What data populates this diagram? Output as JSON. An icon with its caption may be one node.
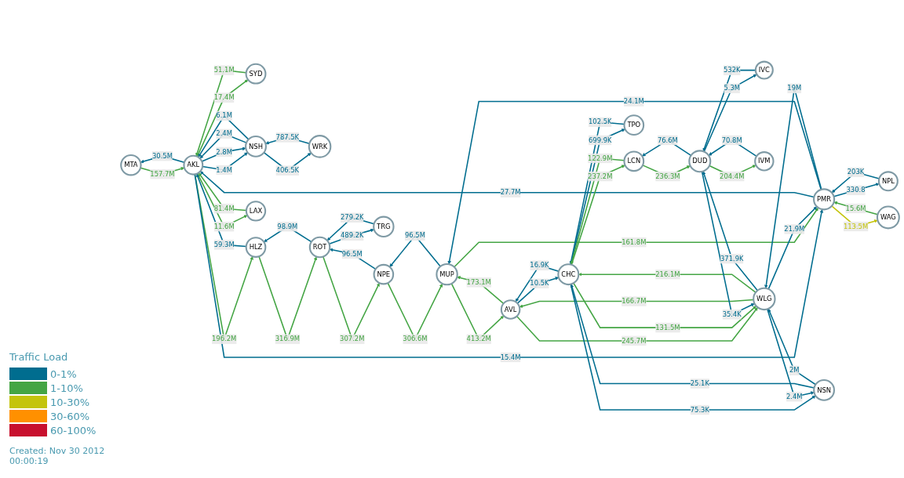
{
  "diagram": {
    "nodes": [
      {
        "text": [
          "TRG"
        ]
      },
      {
        "text": [
          "TPO"
        ]
      },
      {
        "text": [
          "LAX"
        ]
      },
      {
        "text": [
          "HLZ"
        ]
      },
      {
        "text": [
          "ROT"
        ]
      },
      {
        "text": [
          "NPE"
        ]
      },
      {
        "text": [
          "LCN"
        ]
      },
      {
        "text": [
          "IVM"
        ]
      },
      {
        "text": [
          "CHC"
        ]
      },
      {
        "text": [
          "AVL"
        ]
      },
      {
        "text": [
          "MUP"
        ]
      },
      {
        "text": [
          "NSH"
        ]
      },
      {
        "text": [
          "AKL"
        ]
      },
      {
        "text": [
          "WLG"
        ]
      },
      {
        "text": [
          "NSN"
        ]
      },
      {
        "text": [
          "DUD"
        ]
      },
      {
        "text": [
          "PMR"
        ]
      },
      {
        "text": [
          "WRK"
        ]
      },
      {
        "text": [
          "IVC"
        ]
      },
      {
        "text": [
          "SYD"
        ]
      },
      {
        "text": [
          "NPL"
        ]
      },
      {
        "text": [
          "WAG"
        ]
      },
      {
        "text": [
          "MTA"
        ]
      }
    ],
    "edges": [
      {
        "from": 2,
        "to": 12,
        "arrow": "to",
        "label": "81.4M",
        "color": "#44a544"
      },
      {
        "from": 12,
        "to": 2,
        "arrow": "to",
        "label": "11.6M",
        "color": "#44a544"
      },
      {
        "from": 19,
        "to": 12,
        "arrow": "to",
        "label": "51.1M",
        "color": "#44a544"
      },
      {
        "from": 12,
        "to": 19,
        "arrow": "to",
        "label": "17.4M",
        "color": "#44a544"
      },
      {
        "from": 3,
        "to": 12,
        "arrow": "to",
        "label": "59.3M"
      },
      {
        "from": 12,
        "to": 3,
        "arrow": "to",
        "label": "196.2M",
        "color": "#44a544"
      },
      {
        "from": 11,
        "to": 12,
        "arrow": "to",
        "label": "2.4M"
      },
      {
        "from": 12,
        "to": 11,
        "arrow": "to",
        "label": "1.4M"
      },
      {
        "from": 11,
        "to": 12,
        "arrow": "to",
        "label": "6.1M"
      },
      {
        "from": 12,
        "to": 11,
        "arrow": "to",
        "label": "2.8M"
      },
      {
        "from": 11,
        "to": 17,
        "arrow": "to",
        "label": "406.5K"
      },
      {
        "from": 17,
        "to": 11,
        "arrow": "to",
        "label": "787.5K"
      },
      {
        "from": 12,
        "to": 22,
        "arrow": "to",
        "label": "30.5M"
      },
      {
        "from": 22,
        "to": 12,
        "arrow": "to",
        "label": "157.7M",
        "color": "#44a544"
      },
      {
        "from": 12,
        "to": 16,
        "arrow": "to",
        "label": "15.4M"
      },
      {
        "from": 16,
        "to": 12,
        "arrow": "to",
        "label": "27.7M"
      },
      {
        "from": 3,
        "to": 4,
        "arrow": "to",
        "label": "316.9M",
        "color": "#44a544"
      },
      {
        "from": 4,
        "to": 3,
        "arrow": "to",
        "label": "98.9M"
      },
      {
        "from": 0,
        "to": 4,
        "arrow": "to",
        "label": "279.2K"
      },
      {
        "from": 4,
        "to": 0,
        "arrow": "to",
        "label": "489.2K"
      },
      {
        "from": 4,
        "to": 5,
        "arrow": "to",
        "label": "307.2M",
        "color": "#44a544"
      },
      {
        "from": 5,
        "to": 4,
        "arrow": "to",
        "label": "96.5M"
      },
      {
        "from": 5,
        "to": 10,
        "arrow": "to",
        "label": "306.6M",
        "color": "#44a544"
      },
      {
        "from": 10,
        "to": 5,
        "arrow": "to",
        "label": "96.5M"
      },
      {
        "from": 10,
        "to": 9,
        "arrow": "to",
        "label": "413.2M",
        "color": "#44a544"
      },
      {
        "from": 9,
        "to": 10,
        "arrow": "to",
        "label": "173.1M",
        "color": "#44a544"
      },
      {
        "from": 10,
        "to": 16,
        "arrow": "to",
        "label": "161.8M",
        "color": "#44a544"
      },
      {
        "from": 16,
        "to": 10,
        "arrow": "to",
        "label": "24.1M"
      },
      {
        "from": 16,
        "to": 20,
        "arrow": "to",
        "label": "330.8"
      },
      {
        "from": 20,
        "to": 16,
        "arrow": "to",
        "label": "203K"
      },
      {
        "from": 16,
        "to": 21,
        "arrow": "to",
        "label": "113.5M",
        "color": "#c4c40c"
      },
      {
        "from": 21,
        "to": 16,
        "arrow": "to",
        "label": "15.6M",
        "color": "#44a544"
      },
      {
        "from": 16,
        "to": 13,
        "arrow": "to",
        "label": "19M"
      },
      {
        "from": 13,
        "to": 16,
        "arrow": "to",
        "label": "21.9M"
      },
      {
        "from": 9,
        "to": 8,
        "arrow": "to",
        "label": "10.5K"
      },
      {
        "from": 8,
        "to": 9,
        "arrow": "to",
        "label": "16.9K"
      },
      {
        "from": 9,
        "to": 13,
        "arrow": "to",
        "label": "245.7M",
        "color": "#44a544"
      },
      {
        "from": 13,
        "to": 9,
        "arrow": "to",
        "label": "166.7M",
        "color": "#44a544"
      },
      {
        "from": 1,
        "to": 8,
        "arrow": "to",
        "label": "102.5K"
      },
      {
        "from": 8,
        "to": 1,
        "arrow": "to",
        "label": "699.9K"
      },
      {
        "from": 8,
        "to": 6,
        "arrow": "to",
        "label": "237.2M",
        "color": "#44a544"
      },
      {
        "from": 6,
        "to": 8,
        "arrow": "to",
        "label": "122.9M",
        "color": "#44a544"
      },
      {
        "from": 8,
        "to": 13,
        "arrow": "to",
        "label": "131.5M",
        "color": "#44a544"
      },
      {
        "from": 13,
        "to": 8,
        "arrow": "to",
        "label": "216.1M",
        "color": "#44a544"
      },
      {
        "from": 8,
        "to": 14,
        "arrow": "to",
        "label": "75.3K"
      },
      {
        "from": 14,
        "to": 8,
        "arrow": "to",
        "label": "25.1K"
      },
      {
        "from": 13,
        "to": 14,
        "arrow": "to",
        "label": "2.4M"
      },
      {
        "from": 14,
        "to": 13,
        "arrow": "to",
        "label": "2M"
      },
      {
        "from": 13,
        "to": 15,
        "arrow": "to",
        "label": "371.9K"
      },
      {
        "from": 15,
        "to": 13,
        "arrow": "to",
        "label": "35.4K"
      },
      {
        "from": 6,
        "to": 15,
        "arrow": "to",
        "label": "236.3M",
        "color": "#44a544"
      },
      {
        "from": 15,
        "to": 6,
        "arrow": "to",
        "label": "76.6M"
      },
      {
        "from": 7,
        "to": 15,
        "arrow": "to",
        "label": "70.8M"
      },
      {
        "from": 15,
        "to": 7,
        "arrow": "to",
        "label": "204.4M",
        "color": "#44a544"
      },
      {
        "from": 15,
        "to": 18,
        "arrow": "to",
        "label": "5.3M"
      },
      {
        "from": 18,
        "to": 15,
        "arrow": "to",
        "label": "532K"
      }
    ],
    "labels": [
      "Traffic Load",
      "Created: Nov 30 2012 00:00:19"
    ],
    "legend": [
      {
        "text": "0-1%",
        "color": "#006d8f"
      },
      {
        "text": "1-10%",
        "color": "#44a544"
      },
      {
        "text": "10-30%",
        "color": "#c4c40c"
      },
      {
        "text": "30-60%",
        "color": "#ff9000"
      },
      {
        "text": "60-100%",
        "color": "#c8102e"
      }
    ]
  }
}
